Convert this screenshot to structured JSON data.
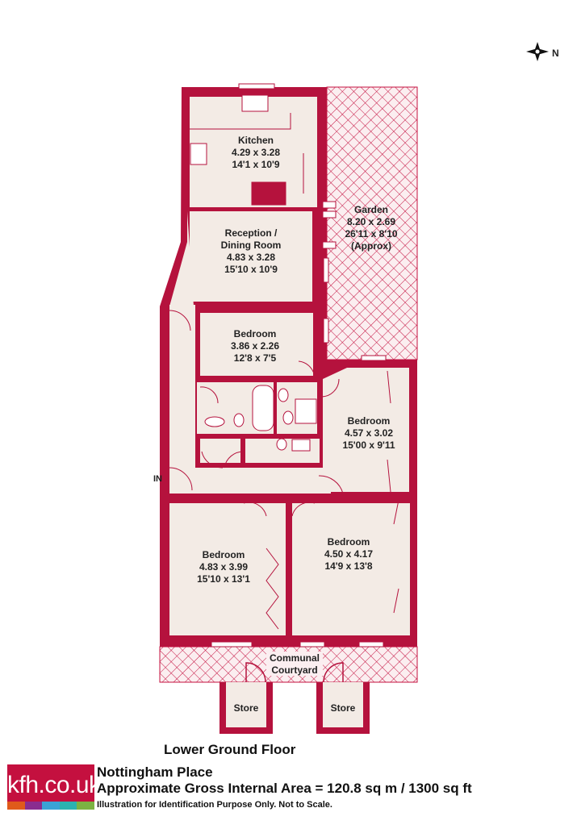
{
  "compass": {
    "label": "N",
    "icon": "compass-icon"
  },
  "colors": {
    "wall": "#b5123d",
    "floor": "#f3ebe5",
    "outdoor": "#c4103f",
    "text": "#222222"
  },
  "rooms": {
    "kitchen": {
      "name": "Kitchen",
      "metric": "4.29 x 3.28",
      "imperial": "14'1 x 10'9"
    },
    "garden": {
      "name": "Garden",
      "metric": "8.20 x 2.69",
      "imperial": "26'11 x 8'10",
      "note": "(Approx)"
    },
    "reception": {
      "name": "Reception /",
      "name2": "Dining Room",
      "metric": "4.83 x 3.28",
      "imperial": "15'10 x 10'9"
    },
    "bedroom_a": {
      "name": "Bedroom",
      "metric": "3.86 x 2.26",
      "imperial": "12'8 x 7'5"
    },
    "bedroom_b": {
      "name": "Bedroom",
      "metric": "4.57 x 3.02",
      "imperial": "15'00 x 9'11"
    },
    "bedroom_c": {
      "name": "Bedroom",
      "metric": "4.83 x 3.99",
      "imperial": "15'10 x 13'1"
    },
    "bedroom_d": {
      "name": "Bedroom",
      "metric": "4.50 x 4.17",
      "imperial": "14'9 x 13'8"
    },
    "courtyard": {
      "name": "Communal",
      "name2": "Courtyard"
    },
    "store_left": {
      "name": "Store"
    },
    "store_right": {
      "name": "Store"
    }
  },
  "entrance": {
    "label": "IN"
  },
  "floor_title": "Lower Ground Floor",
  "footer": {
    "logo_text": "kfh.co.uk",
    "logo_bar_colors": [
      "#e05a1b",
      "#8a2d8f",
      "#3aa3d6",
      "#2bb3b0",
      "#7cb342"
    ],
    "property": "Nottingham Place",
    "area": "Approximate Gross Internal Area = 120.8 sq m / 1300 sq ft",
    "disclaimer": "Illustration for Identification Purpose Only. Not to Scale."
  }
}
